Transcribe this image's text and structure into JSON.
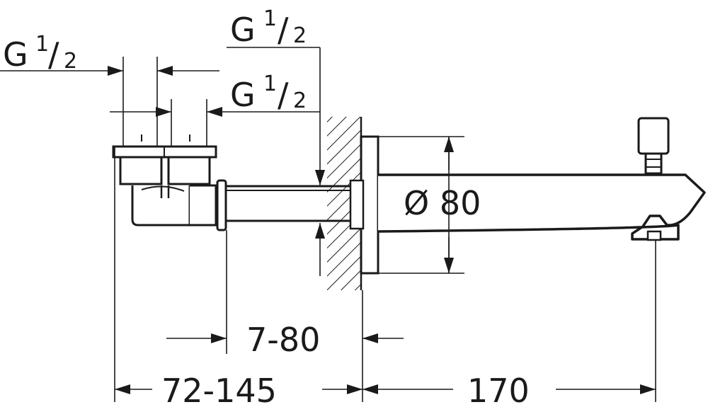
{
  "labels": {
    "thread_left_main": "G",
    "thread_left_num": "1",
    "thread_left_den": "2",
    "thread_top_main": "G",
    "thread_top_num": "1",
    "thread_top_den": "2",
    "thread_mid_main": "G",
    "thread_mid_num": "1",
    "thread_mid_den": "2",
    "diameter": "Ø 80",
    "depth_range": "7-80",
    "length_range": "72-145",
    "spout_length": "170"
  },
  "colors": {
    "line": "#1a1a1a",
    "background": "#ffffff"
  }
}
